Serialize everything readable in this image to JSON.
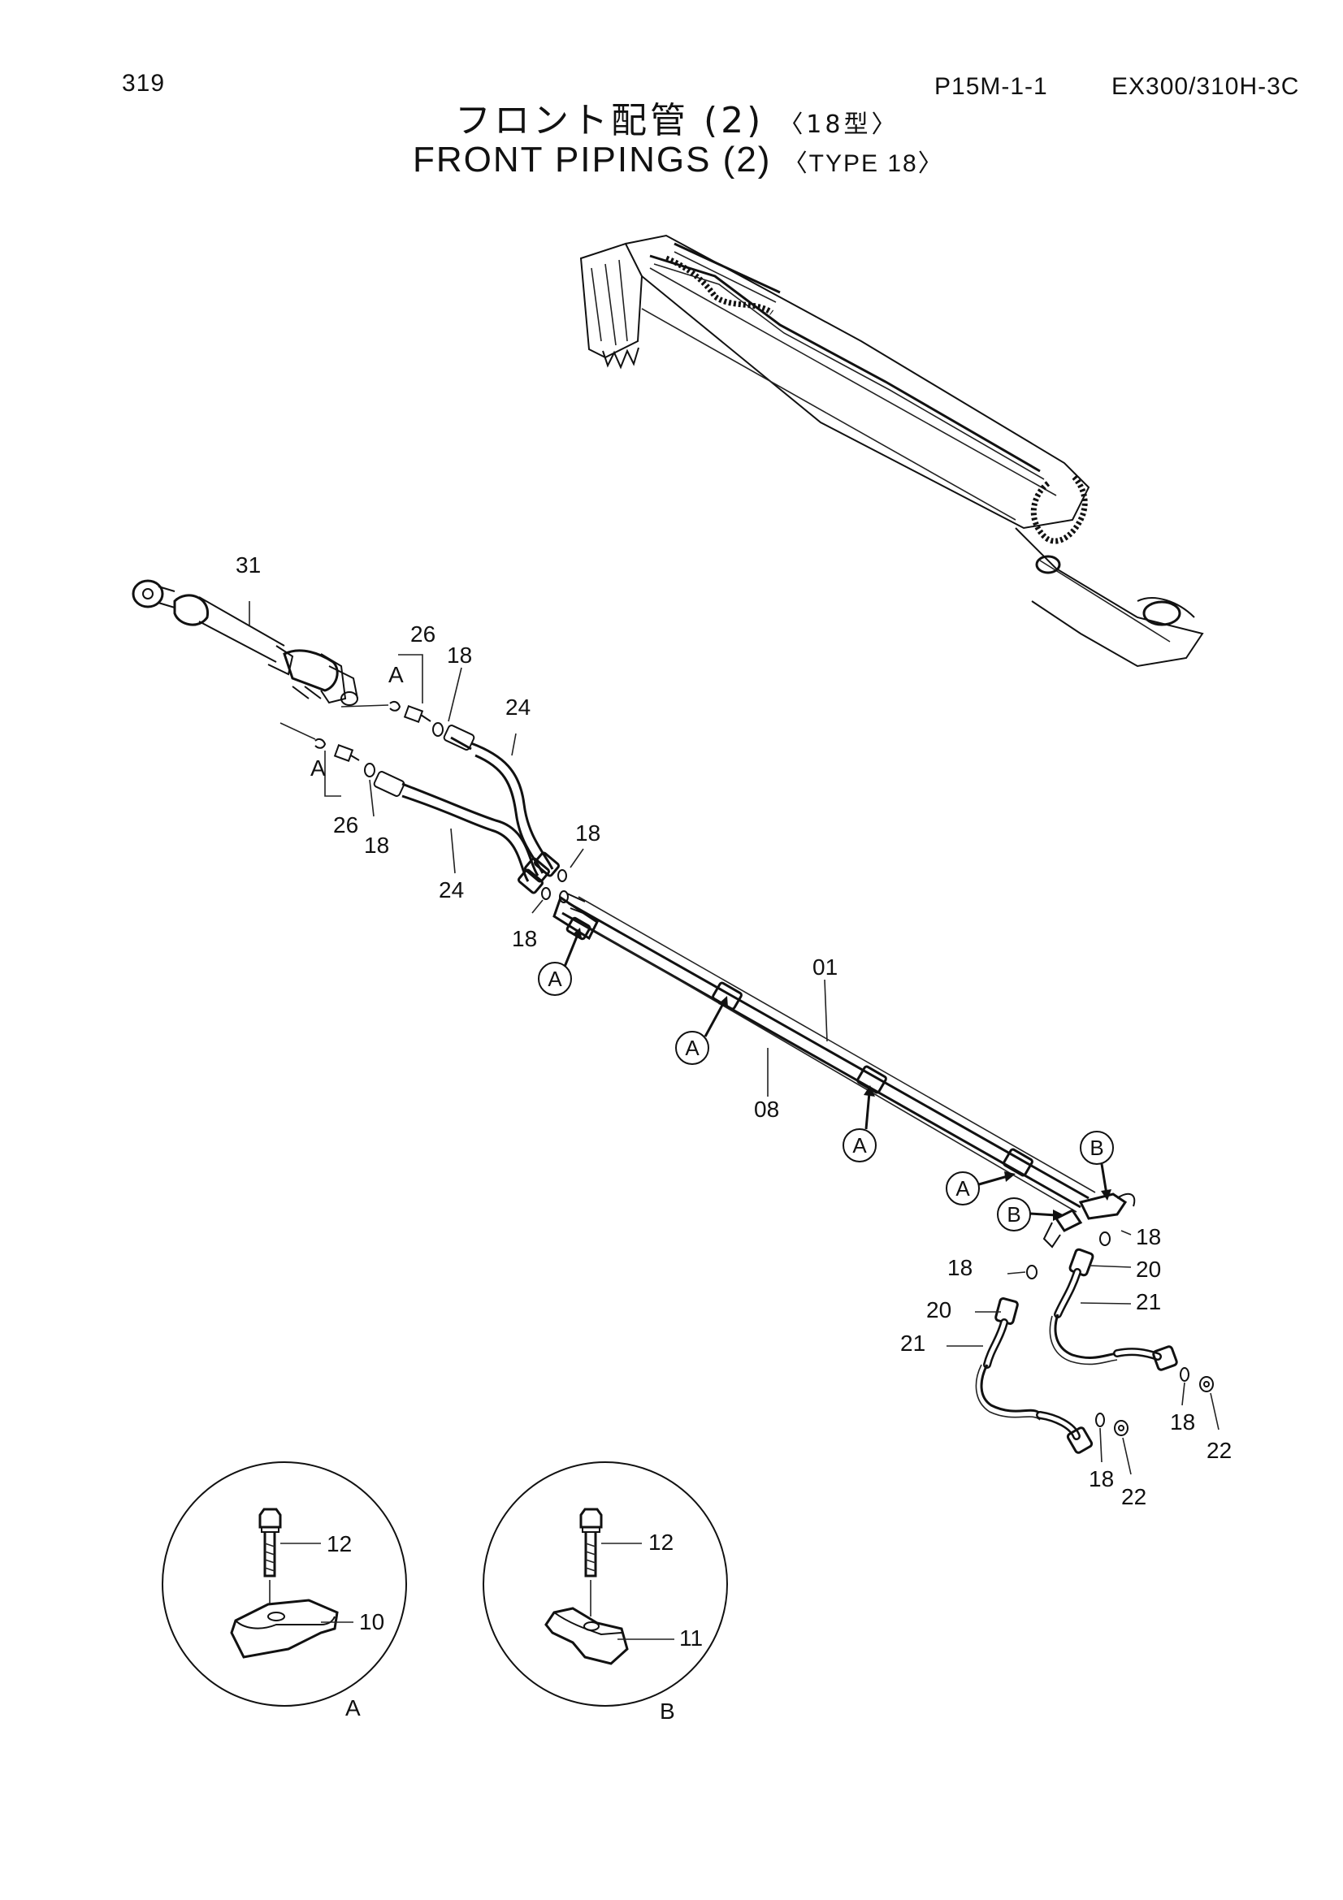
{
  "header": {
    "page_number": "319",
    "section_code": "P15M-1-1",
    "model": "EX300/310H-3C"
  },
  "title": {
    "ja_main": "フロント配管 (2)",
    "ja_tag": "〈18型〉",
    "en_main": "FRONT PIPINGS (2)",
    "en_tag": "〈TYPE 18〉"
  },
  "part_labels": {
    "p01": "01",
    "p08": "08",
    "p10": "10",
    "p11": "11",
    "p12": "12",
    "p18": "18",
    "p20": "20",
    "p21": "21",
    "p22": "22",
    "p24": "24",
    "p26": "26",
    "p31": "31"
  },
  "callouts": {
    "a": "A",
    "b": "B"
  },
  "detail_views": {
    "a_label": "A",
    "b_label": "B"
  },
  "icons": [
    "excavator-boom-drawing",
    "hydraulic-cylinder-drawing",
    "clamp-detail-drawing"
  ]
}
